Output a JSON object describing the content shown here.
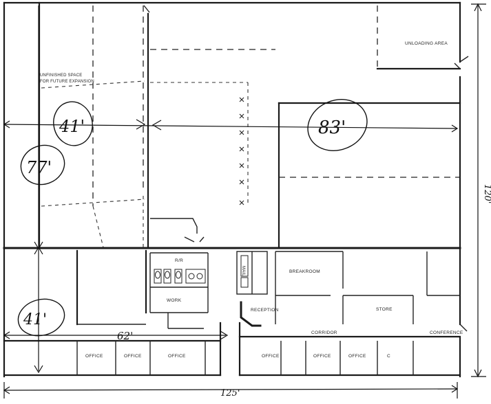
{
  "labels": {
    "unloading_area": "UNLOADING AREA",
    "unfinished_space_line1": "UNFINISHED SPACE",
    "unfinished_space_line2": "FOR FUTURE EXPANSION",
    "breakroom": "BREAKROOM",
    "reception": "RECEPTION",
    "store": "STORE",
    "work": "WORK",
    "rr": "R/R",
    "corridor": "CORRIDOR",
    "conference": "CONFERENCE",
    "office": "OFFICE",
    "office_partial": "C",
    "mailbox": "MAIL"
  },
  "dimensions": {
    "width_41_top": "41'",
    "depth_77": "77'",
    "width_83": "83'",
    "width_41_bottom": "41'",
    "width_62": "62'",
    "total_width": "125'",
    "total_depth": "120'"
  },
  "colors": {
    "ink": "#1a1a1a",
    "paper": "#ffffff"
  }
}
